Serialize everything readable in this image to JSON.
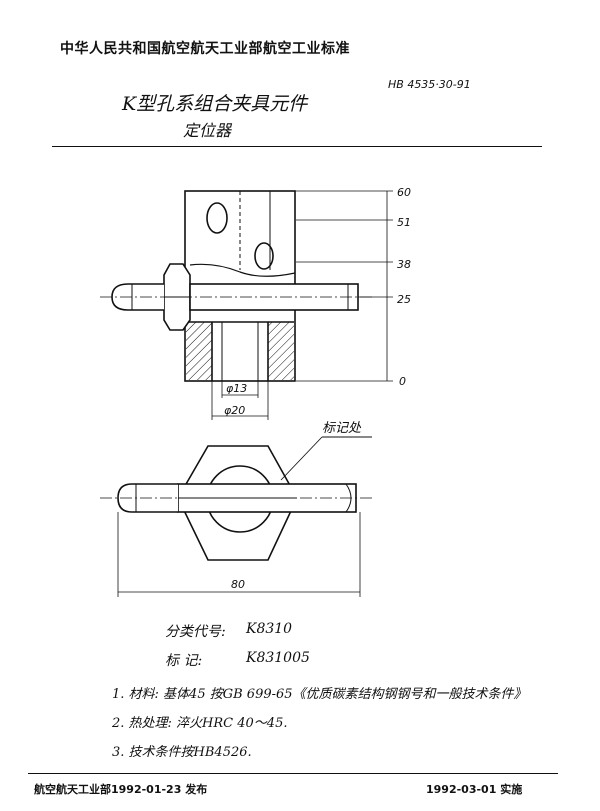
{
  "header": {
    "title": "中华人民共和国航空航天工业部航空工业标准",
    "standard_number": "HB 4535·30-91"
  },
  "document": {
    "title": "K型孔系组合夹具元件",
    "subtitle": "定位器"
  },
  "drawing": {
    "height_dims": [
      "60",
      "51",
      "38",
      "25",
      "0"
    ],
    "dia_small": "φ13",
    "dia_large": "φ20",
    "mark_location_label": "标记处",
    "width_dim": "80"
  },
  "info": {
    "classification_label": "分类代号:",
    "classification_value": "K8310",
    "marking_label": "标    记:",
    "marking_value": "K831005"
  },
  "requirements": [
    "1. 材料: 基体45  按GB 699-65《优质碳素结构钢钢号和一般技术条件》",
    "2. 热处理: 淬火HRC 40～45.",
    "3. 技术条件按HB4526."
  ],
  "footer": {
    "left": "航空航天工业部1992-01-23  发布",
    "right": "1992-03-01 实施"
  }
}
